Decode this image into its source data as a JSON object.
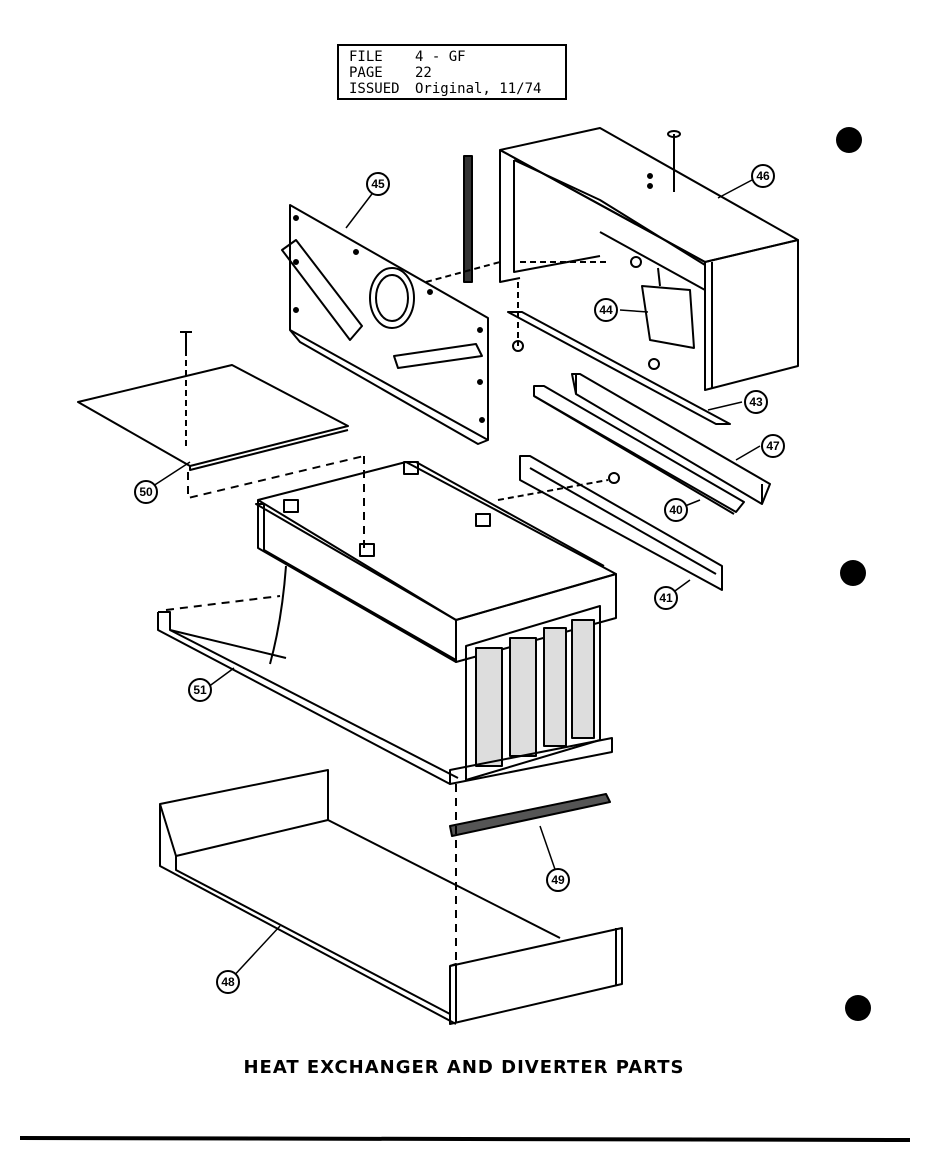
{
  "header": {
    "file_label": "FILE",
    "file_value": "4 - GF",
    "page_label": "PAGE",
    "page_value": "22",
    "issued_label": "ISSUED",
    "issued_value": "Original, 11/74"
  },
  "caption": "HEAT EXCHANGER AND DIVERTER PARTS",
  "callouts": {
    "p40": "40",
    "p41": "41",
    "p43": "43",
    "p44": "44",
    "p45": "45",
    "p46": "46",
    "p47": "47",
    "p48": "48",
    "p49": "49",
    "p50": "50",
    "p51": "51"
  }
}
